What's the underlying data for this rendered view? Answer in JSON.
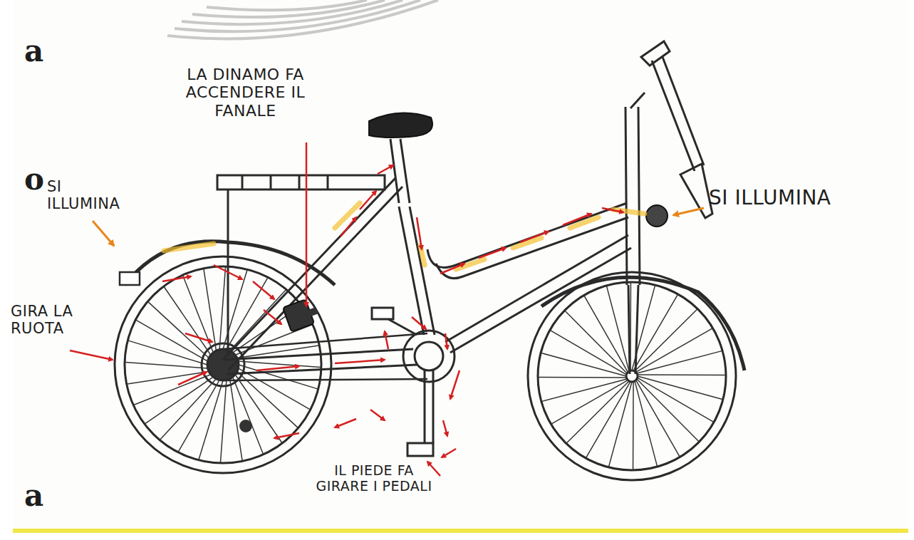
{
  "diagram": {
    "labels": [
      "a",
      "LA DINAMO FA ACCENDERE IL FANALE",
      "SI ILLUMINA",
      "SI ILLUMINA",
      "o",
      "GIRA LA RUOTA",
      "IL PIEDE FA GIRARE I PEDALI",
      "a"
    ]
  }
}
